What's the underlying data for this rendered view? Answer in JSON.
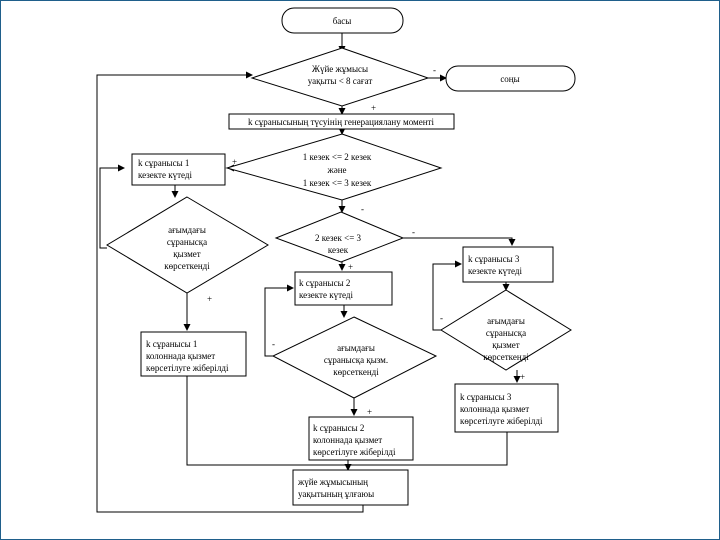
{
  "flowchart": {
    "start": {
      "lines": [
        "басы"
      ]
    },
    "end": {
      "lines": [
        "соңы"
      ]
    },
    "decision_work_time": {
      "lines": [
        "Жүйе жұмысы",
        "уақыты < 8 сағат"
      ]
    },
    "process_generate": {
      "lines": [
        "k сұранысының түсуінің генерациялану моменті"
      ]
    },
    "decision_priority": {
      "lines": [
        "1 кезек <= 2 кезек",
        "және",
        "1 кезек <= 3 кезек"
      ]
    },
    "process_queue1": {
      "lines": [
        "k сұранысы 1",
        "кезекте күтеді"
      ]
    },
    "decision_channel1": {
      "lines": [
        "ағымдағы",
        "сұранысқа",
        "қызмет",
        "көрсеткенді"
      ]
    },
    "process_serve1": {
      "lines": [
        "k сұранысы 1",
        "колоннада қызмет",
        "көрсетілуге жіберілді"
      ]
    },
    "decision_q2_q3": {
      "lines": [
        "2 кезек <= 3",
        "кезек"
      ]
    },
    "process_queue2": {
      "lines": [
        "k сұранысы 2",
        "кезекте күтеді"
      ]
    },
    "decision_channel2": {
      "lines": [
        "ағымдағы",
        "сұранысқа қызм.",
        "көрсеткенді"
      ]
    },
    "process_serve2": {
      "lines": [
        "k сұранысы 2",
        "колоннада қызмет",
        "көрсетілуге жіберілді"
      ]
    },
    "process_queue3": {
      "lines": [
        "k сұранысы 3",
        "кезекте күтеді"
      ]
    },
    "decision_channel3": {
      "lines": [
        "ағымдағы",
        "сұранысқа",
        "қызмет",
        "көрсеткенді"
      ]
    },
    "process_serve3": {
      "lines": [
        "k сұранысы 3",
        "колоннада қызмет",
        "көрсетілуге жіберілді"
      ]
    },
    "process_update_time": {
      "lines": [
        "жүйе жұмысының",
        "уақытының ұлғаюы"
      ]
    },
    "labels": {
      "work_no": "-",
      "work_yes": "+",
      "priority_yes": "+",
      "priority_no": "-",
      "q23_no": "-",
      "q23_yes": "+",
      "ch1_yes": "+",
      "ch2_no": "-",
      "ch2_yes": "+",
      "ch3_no": "-",
      "ch3_yes": "+"
    }
  }
}
